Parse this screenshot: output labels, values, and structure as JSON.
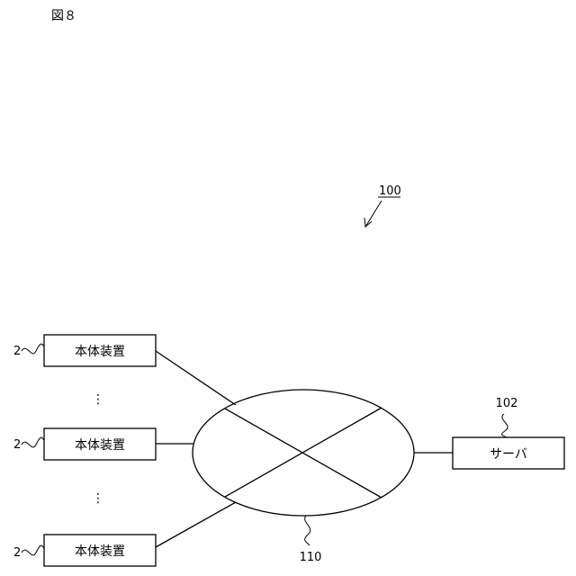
{
  "figure_label": "図８",
  "system_ref": "100",
  "devices": [
    {
      "label": "本体装置",
      "ref": "2"
    },
    {
      "label": "本体装置",
      "ref": "2"
    },
    {
      "label": "本体装置",
      "ref": "2"
    }
  ],
  "ellipsis": [
    "⋮",
    "⋮"
  ],
  "server": {
    "label": "サーバ",
    "ref": "102"
  },
  "network": {
    "ref": "110"
  }
}
